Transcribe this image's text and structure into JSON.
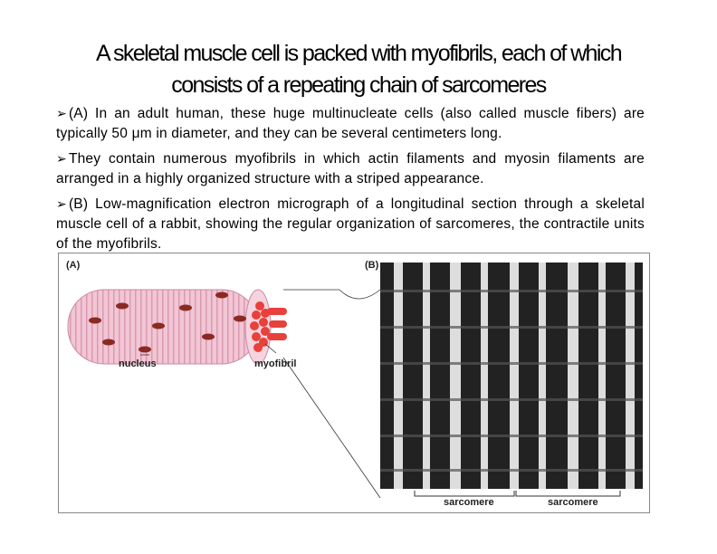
{
  "title": {
    "line1": "A skeletal muscle cell is packed with myofibrils, each of which",
    "line2": "consists of a repeating chain of  sarcomeres"
  },
  "bullets": [
    "(A) In an adult human, these huge multinucleate cells (also called muscle fibers) are typically 50 μm in diameter, and they can be several centimeters long.",
    "They contain numerous myofibrils in which actin filaments and myosin filaments are arranged in a highly organized structure with a striped appearance.",
    "(B) Low-magnification electron micrograph of a longitudinal section through a skeletal muscle cell of a rabbit, showing the regular organization of sarcomeres, the contractile units of the myofibrils."
  ],
  "figure": {
    "panel_a": "(A)",
    "panel_b": "(B)",
    "nucleus_label": "nucleus",
    "myofibril_label": "myofibril",
    "sarcomere_label_1": "sarcomere",
    "sarcomere_label_2": "sarcomere"
  },
  "colors": {
    "fiber": "#f2c6d4",
    "fiber_stripe": "#d99ab2",
    "nucleus": "#8b2a22",
    "myofibril": "#e8403a"
  }
}
